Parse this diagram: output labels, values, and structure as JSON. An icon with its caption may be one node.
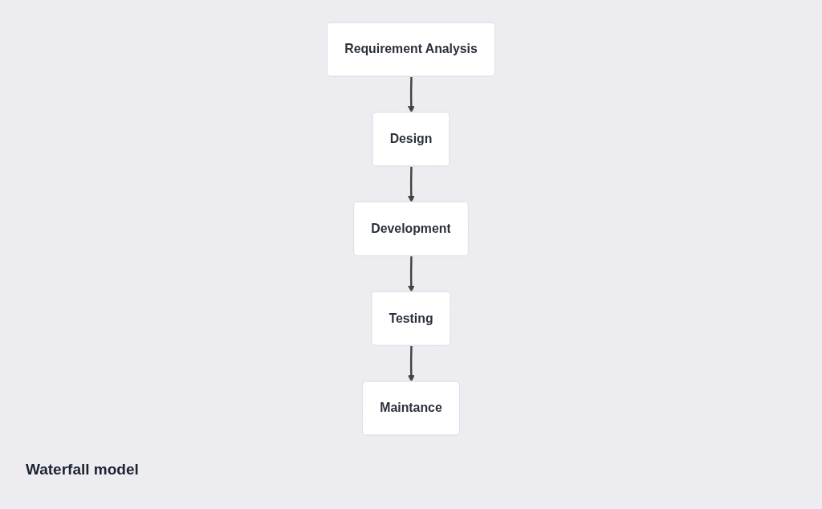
{
  "diagram": {
    "caption": "Waterfall model",
    "nodes": [
      {
        "text": [
          "Requirement Analysis"
        ]
      },
      {
        "text": [
          "Design"
        ]
      },
      {
        "text": [
          "Development"
        ]
      },
      {
        "text": [
          "Testing"
        ]
      },
      {
        "text": [
          "Maintance"
        ]
      }
    ],
    "edges": [
      {
        "from": 0,
        "to": 1,
        "arrow": "to"
      },
      {
        "from": 1,
        "to": 2,
        "arrow": "to"
      },
      {
        "from": 2,
        "to": 3,
        "arrow": "to"
      },
      {
        "from": 3,
        "to": 4,
        "arrow": "to"
      }
    ]
  }
}
